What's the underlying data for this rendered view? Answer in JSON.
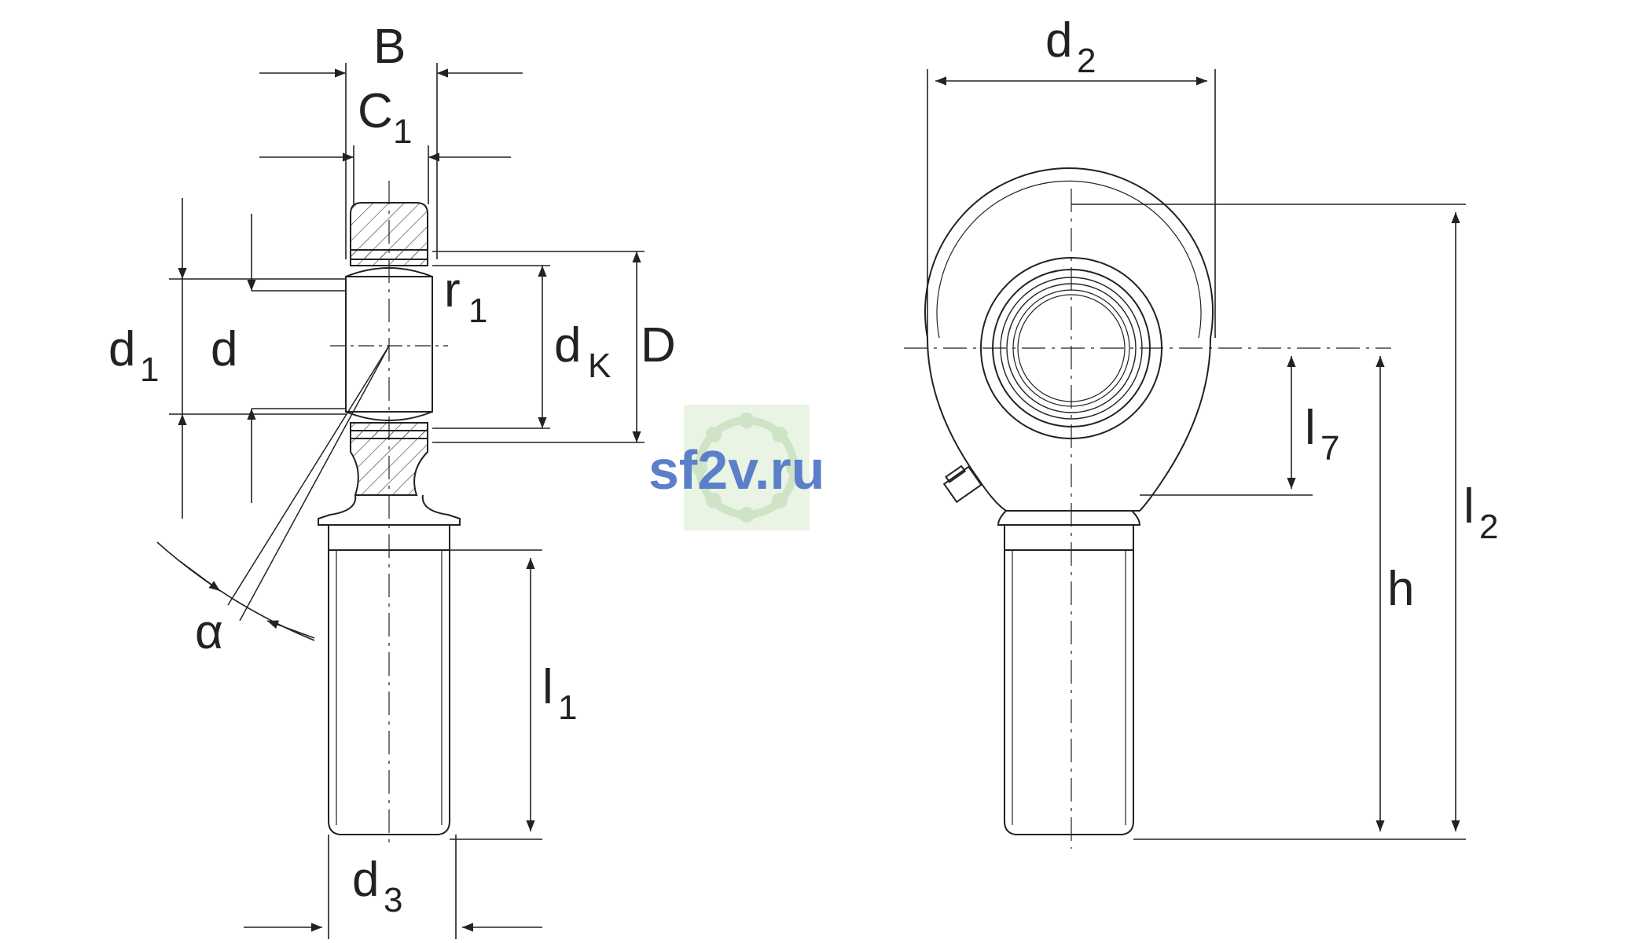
{
  "drawing": {
    "labels": {
      "B": "B",
      "C": "C",
      "C_sub": "1",
      "d1": "d",
      "d1_sub": "1",
      "d": "d",
      "r": "r",
      "r_sub": "1",
      "dK": "d",
      "dK_sub": "K",
      "D": "D",
      "alpha": "α",
      "l1": "l",
      "l1_sub": "1",
      "d3": "d",
      "d3_sub": "3",
      "d2": "d",
      "d2_sub": "2",
      "l7": "l",
      "l7_sub": "7",
      "h": "h",
      "l2": "l",
      "l2_sub": "2"
    },
    "watermark": "sf2v.ru",
    "colors": {
      "line": "#222222",
      "watermark_text": "#5b7fc9",
      "watermark_bg": "#e9f4e4",
      "ball": "#cfe3c6"
    }
  }
}
